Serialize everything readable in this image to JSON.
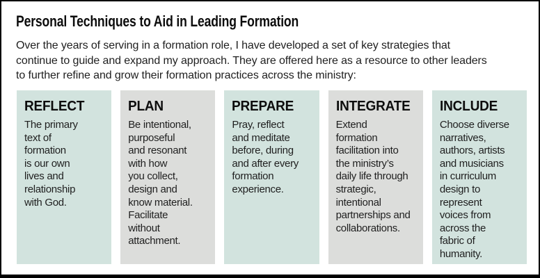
{
  "panel": {
    "title": "Personal Techniques to Aid in Leading Formation",
    "intro": "Over the years of serving in a formation role, I have developed a set of key strategies that\ncontinue to guide and expand my approach. They are offered here as a resource to other leaders\nto further refine and grow their formation practices across the ministry:"
  },
  "columns": [
    {
      "heading": "REFLECT",
      "body": "The primary\ntext of\nformation\nis our own\nlives and\nrelationship\nwith God.",
      "tone": "teal"
    },
    {
      "heading": "PLAN",
      "body": "Be intentional,\npurposeful\nand resonant\nwith how\nyou collect,\ndesign and\nknow material.\nFacilitate\nwithout\nattachment.",
      "tone": "gray"
    },
    {
      "heading": "PREPARE",
      "body": "Pray, reflect\nand meditate\nbefore, during\nand after every\nformation\nexperience.",
      "tone": "teal"
    },
    {
      "heading": "INTEGRATE",
      "body": "Extend\nformation\nfacilitation into\nthe ministry’s\ndaily life through\nstrategic,\nintentional\npartnerships and\ncollaborations.",
      "tone": "gray"
    },
    {
      "heading": "INCLUDE",
      "body": "Choose diverse\nnarratives,\nauthors, artists\nand musicians\nin curriculum\ndesign to\nrepresent\nvoices from\nacross the\nfabric of\nhumanity.",
      "tone": "teal"
    }
  ],
  "colors": {
    "teal": "#d2e3de",
    "gray": "#dcdddb",
    "border": "#000000",
    "heading_text": "#0d0d0d",
    "body_text": "#1f1f1f"
  }
}
